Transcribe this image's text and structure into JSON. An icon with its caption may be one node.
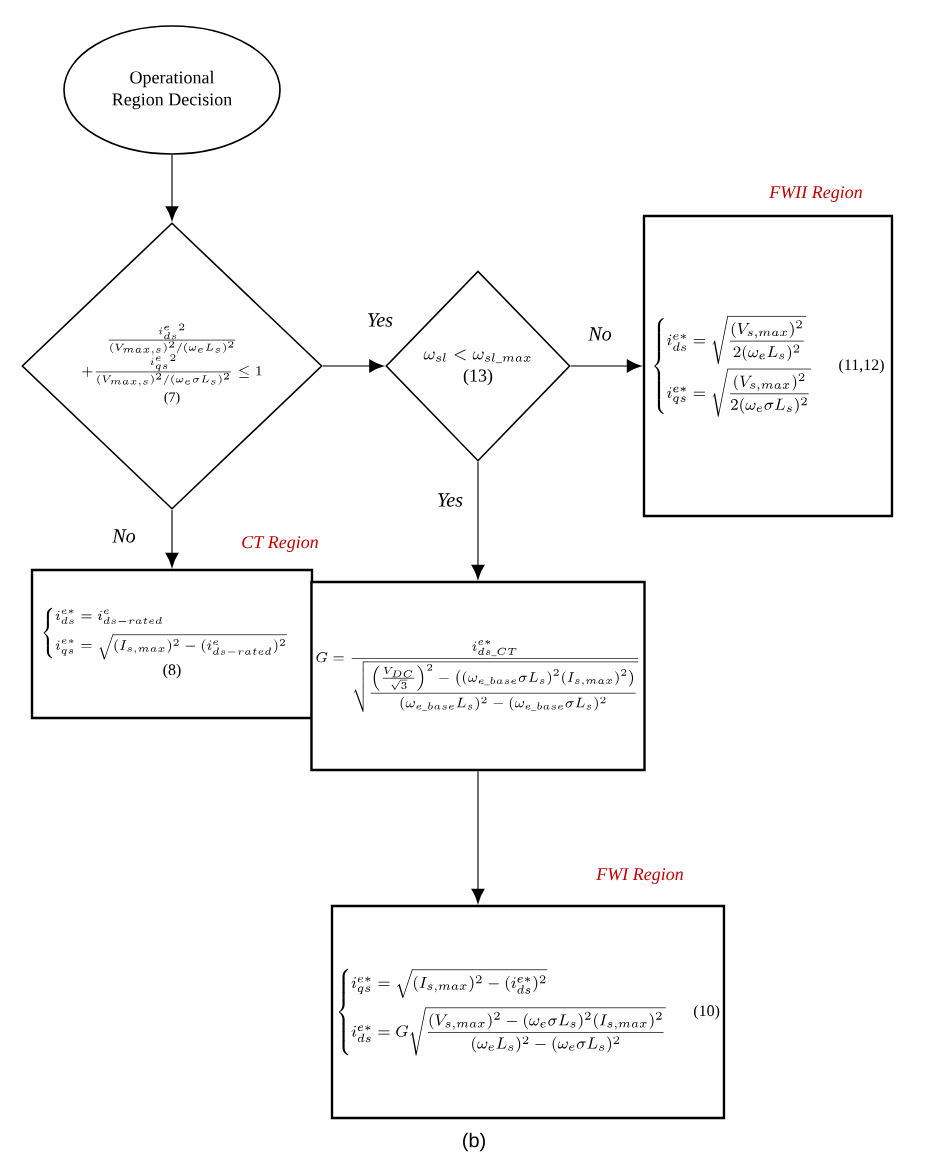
{
  "diagram": {
    "caption": "(b)",
    "nodes": [
      {
        "text": [
          "Operational Region Decision"
        ]
      },
      {
        "text": [
          "\\begin{array}{c}\\frac{{i^{e}_{ds}}^{2}}{(V_{max,s})^{2}/(\\omega_{e} L_{s})^{2}}\\\\ +\\frac{{i^{e}_{qs}}^{2}}{(V_{max,s})^{2}/(\\omega_{e}\\sigma L_{s})^{2}}\\le 1\\end{array}",
          "(7)"
        ]
      },
      {
        "text": [
          "\\omega_{sl} < \\omega_{sl\\_max}",
          "(13)"
        ]
      },
      {
        "text": [
          "\\begin{cases} i^{e*}_{ds} = \\sqrt{\\dfrac{(V_{s,max})^{2}}{2(\\omega_{e} L_{s})^{2}}} \\\\[8pt] i^{e*}_{qs} = \\sqrt{\\dfrac{(V_{s,max})^{2}}{2(\\omega_{e}\\sigma L_{s})^{2}}} \\end{cases}",
          "(11,12)"
        ],
        "beside": [
          "FWII Region"
        ]
      },
      {
        "text": [
          "\\begin{cases} i^{e*}_{ds} = i^{e}_{ds-rated} \\\\[4pt] i^{e*}_{qs} = \\sqrt{(I_{s,max})^{2}-(i^{e}_{ds-rated})^{2}} \\end{cases}",
          "(8)"
        ],
        "beside": [
          "CT Region"
        ]
      },
      {
        "text": [
          "G = \\dfrac{i^{e*}_{ds\\_CT}}{\\sqrt{\\dfrac{\\left(\\frac{V_{DC}}{\\sqrt{3}}\\right)^{2}-\\left((\\omega_{e\\_base}\\sigma L_{s})^{2}(I_{s,max})^{2}\\right)}{(\\omega_{e\\_base} L_{s})^{2}-(\\omega_{e\\_base}\\sigma L_{s})^{2}}}}"
        ]
      },
      {
        "text": [
          "\\begin{cases} i^{e*}_{qs} = \\sqrt{(I_{s,max})^{2}-(i^{e*}_{ds})^{2}} \\\\[6pt] i^{e*}_{ds} = G\\sqrt{\\dfrac{(V_{s,max})^{2}-(\\omega_{e}\\sigma L_{s})^{2}(I_{s,max})^{2}}{(\\omega_{e} L_{s})^{2}-(\\omega_{e}\\sigma L_{s})^{2}}} \\end{cases}",
          "(10)"
        ],
        "beside": [
          "FWI Region"
        ]
      }
    ],
    "edges": [
      {
        "from": 0,
        "to": 1,
        "arrow": "to"
      },
      {
        "from": 1,
        "to": 2,
        "arrow": "to",
        "label": "Yes"
      },
      {
        "from": 2,
        "to": 3,
        "arrow": "to",
        "label": "No"
      },
      {
        "from": 1,
        "to": 4,
        "arrow": "to",
        "label": "No"
      },
      {
        "from": 2,
        "to": 5,
        "arrow": "to",
        "label": "Yes"
      },
      {
        "from": 5,
        "to": 6,
        "arrow": "to"
      }
    ]
  }
}
